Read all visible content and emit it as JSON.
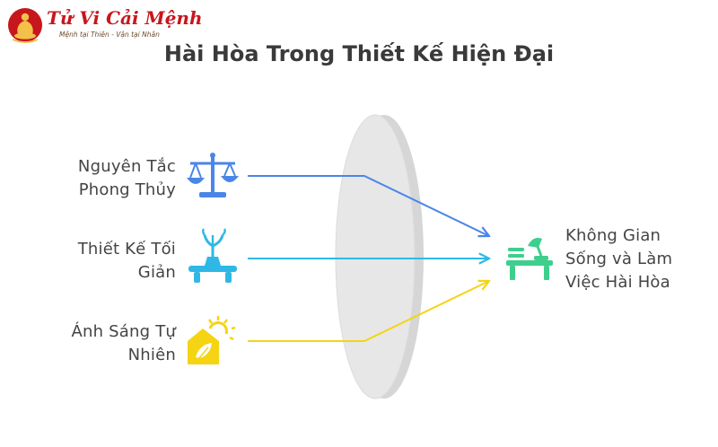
{
  "brand": {
    "name": "Tử Vi Cải Mệnh",
    "tagline": "Mệnh tại Thiên - Vận tại Nhân"
  },
  "title": "Hài Hòa Trong Thiết Kế Hiện Đại",
  "inputs": [
    {
      "label": "Nguyên Tắc Phong Thủy",
      "icon": "balance-scale-icon",
      "color": "#4a86e8"
    },
    {
      "label": "Thiết Kế Tối Giản",
      "icon": "bonsai-on-table-icon",
      "color": "#2fb8e6"
    },
    {
      "label": "Ánh Sáng Tự Nhiên",
      "icon": "sun-house-leaf-icon",
      "color": "#f5d414"
    }
  ],
  "output": {
    "label": "Không Gian Sống và Làm Việc Hài Hòa",
    "icon": "desk-lamp-icon",
    "color": "#3ecf8e"
  },
  "colors": {
    "lens": "#e4e4e4",
    "lens_edge": "#d2d2d2",
    "title": "#3a3a3a",
    "text": "#444444"
  }
}
